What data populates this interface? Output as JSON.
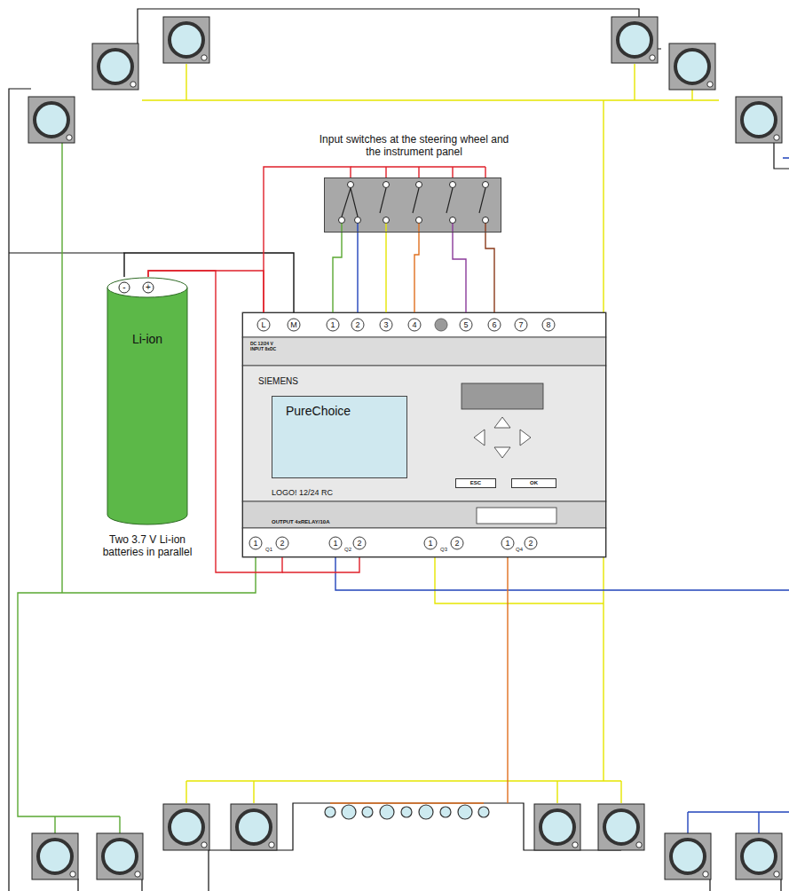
{
  "diagram": {
    "nodes": [
      {
        "text": [
          "Input switches at the steering wheel and the instrument panel"
        ]
      },
      {
        "text": [
          "DC 12/24 V INPUT 8xDC",
          "SIEMENS",
          "LOGO! 12/24 RC",
          "OUTPUT 4xRELAY/10A"
        ]
      },
      {
        "text": [
          "PureChoice"
        ],
        "in": 1
      },
      {
        "text": [
          "ESC"
        ],
        "in": 1
      },
      {
        "text": [
          "OK"
        ],
        "in": 1
      },
      {
        "text": [
          "Li-ion",
          "Two 3.7 V Li-ion batteries in parallel"
        ]
      }
    ],
    "edges": [
      {
        "from": 5,
        "to": 1,
        "arrow": "none"
      },
      {
        "from": 5,
        "to": 1,
        "arrow": "none"
      },
      {
        "from": 1,
        "to": 0,
        "arrow": "none"
      },
      {
        "from": 0,
        "to": 1,
        "arrow": "none"
      },
      {
        "from": 0,
        "to": 1,
        "arrow": "none"
      },
      {
        "from": 0,
        "to": 1,
        "arrow": "none"
      },
      {
        "from": 0,
        "to": 1,
        "arrow": "none"
      },
      {
        "from": 0,
        "to": 1,
        "arrow": "none"
      },
      {
        "from": 0,
        "to": 1,
        "arrow": "none"
      },
      {
        "from": 5,
        "to": 1,
        "arrow": "none"
      }
    ],
    "labels": [
      "-",
      "+",
      "L",
      "M",
      "1",
      "2",
      "3",
      "4",
      "5",
      "6",
      "7",
      "8",
      "1",
      "Q1",
      "2",
      "1",
      "Q2",
      "2",
      "1",
      "Q3",
      "2",
      "1",
      "Q4",
      "2"
    ]
  }
}
